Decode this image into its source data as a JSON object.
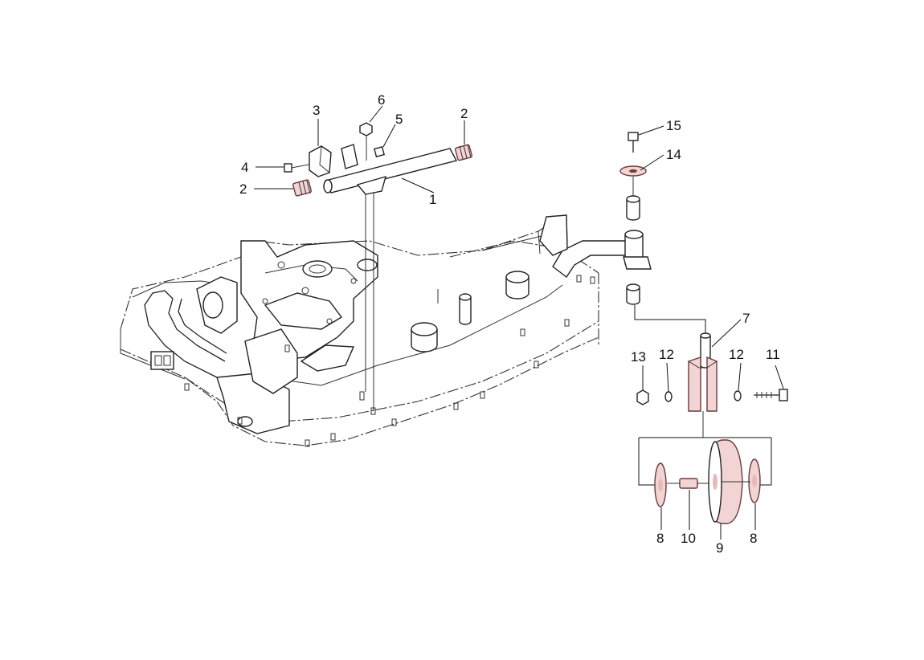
{
  "callouts": [
    {
      "id": "c1",
      "text": "1"
    },
    {
      "id": "c2a",
      "text": "2"
    },
    {
      "id": "c2b",
      "text": "2"
    },
    {
      "id": "c3",
      "text": "3"
    },
    {
      "id": "c4",
      "text": "4"
    },
    {
      "id": "c5",
      "text": "5"
    },
    {
      "id": "c6",
      "text": "6"
    },
    {
      "id": "c7",
      "text": "7"
    },
    {
      "id": "c8a",
      "text": "8"
    },
    {
      "id": "c8b",
      "text": "8"
    },
    {
      "id": "c9",
      "text": "9"
    },
    {
      "id": "c10",
      "text": "10"
    },
    {
      "id": "c11",
      "text": "11"
    },
    {
      "id": "c12a",
      "text": "12"
    },
    {
      "id": "c12b",
      "text": "12"
    },
    {
      "id": "c13",
      "text": "13"
    },
    {
      "id": "c14",
      "text": "14"
    },
    {
      "id": "c15",
      "text": "15"
    }
  ],
  "colors": {
    "line": "#222222",
    "highlight_fill": "#f2d4d4",
    "highlight_stroke": "#6b3a3a"
  }
}
